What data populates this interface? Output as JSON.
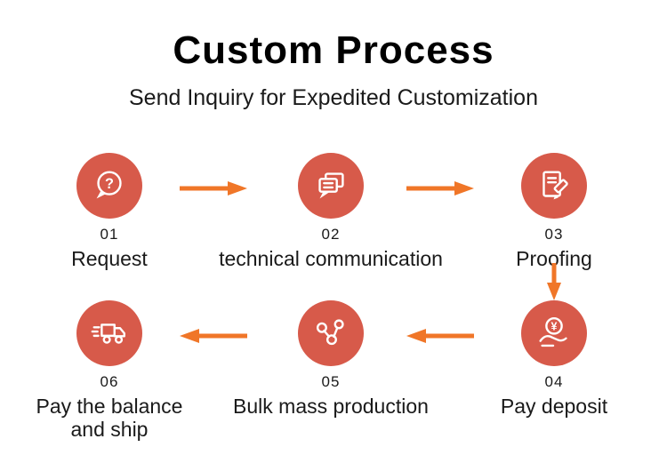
{
  "header": {
    "title": "Custom Process",
    "subtitle": "Send Inquiry for Expedited Customization"
  },
  "steps": [
    {
      "number": "01",
      "label": "Request",
      "icon": "question-bubble-icon"
    },
    {
      "number": "02",
      "label": "technical communication",
      "icon": "chat-bubbles-icon"
    },
    {
      "number": "03",
      "label": "Proofing",
      "icon": "document-edit-icon"
    },
    {
      "number": "04",
      "label": "Pay deposit",
      "icon": "hand-coin-yuan-icon"
    },
    {
      "number": "05",
      "label": "Bulk mass production",
      "icon": "network-nodes-icon"
    },
    {
      "number": "06",
      "label": "Pay the balance and ship",
      "icon": "delivery-truck-icon"
    }
  ],
  "colors": {
    "circle": "#d75a4a",
    "arrow": "#f07628",
    "title": "#000000",
    "text": "#1a1a1a",
    "background": "#ffffff"
  }
}
